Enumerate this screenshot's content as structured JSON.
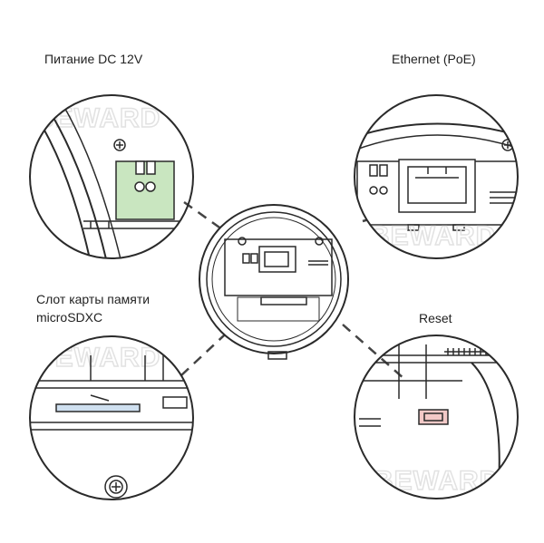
{
  "callouts": {
    "power": "Питание DC 12V",
    "ethernet": "Ethernet (PoE)",
    "sd_line1": "Слот карты памяти",
    "sd_line2": "microSDXC",
    "reset": "Reset"
  },
  "watermark": "BEWARD",
  "colors": {
    "line": "#2a2a2a",
    "power_connector_fill": "#c9e6c0",
    "sd_slot_fill": "#cfe0f0",
    "reset_button_fill": "#f3c9c7",
    "watermark": "#e2e2e2"
  }
}
